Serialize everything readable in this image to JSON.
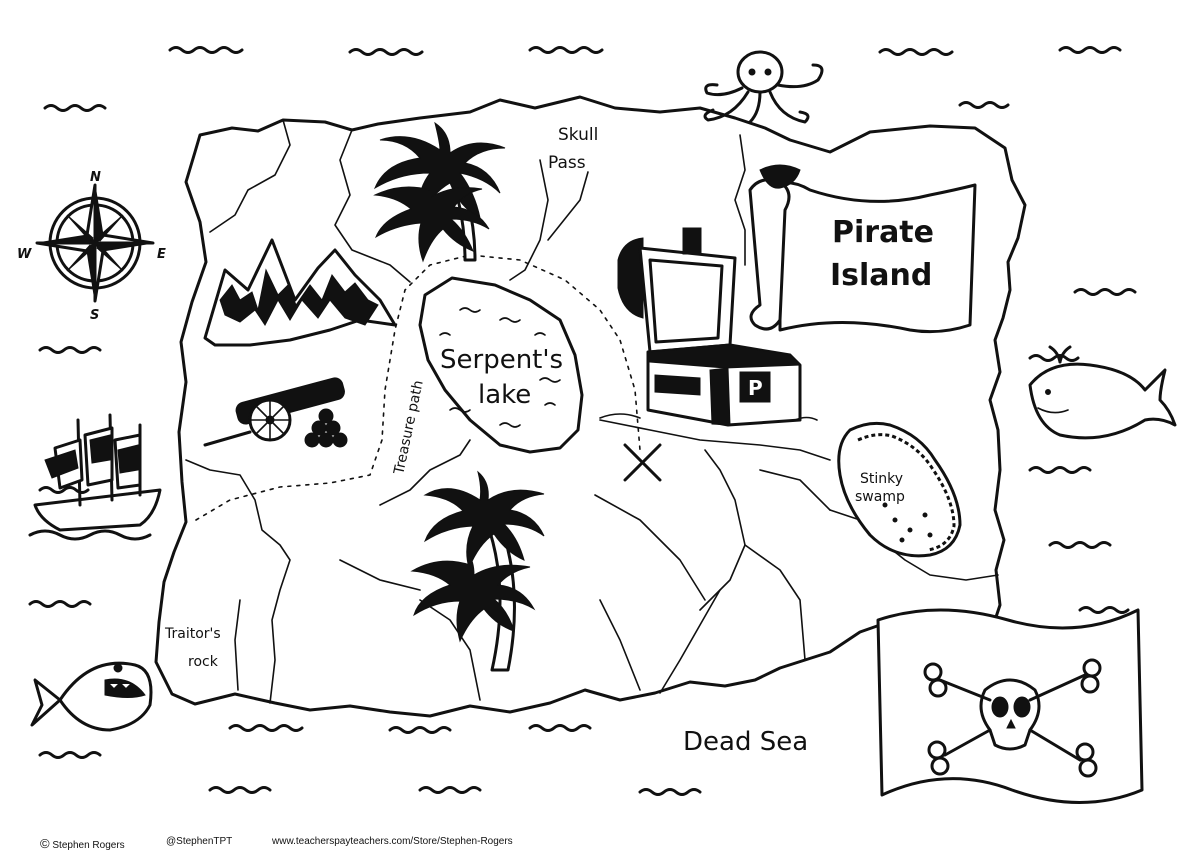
{
  "map": {
    "title_banner": {
      "line1": "Pirate",
      "line2": "Island"
    },
    "labels": {
      "skull_pass": {
        "line1": "Skull",
        "line2": "Pass"
      },
      "serpents_lake": {
        "line1": "Serpent's",
        "line2": "lake"
      },
      "treasure_path": "Treasure path",
      "stinky_swamp": {
        "line1": "Stinky",
        "line2": "swamp"
      },
      "traitors_rock": {
        "line1": "Traitor's",
        "line2": "rock"
      },
      "dead_sea": "Dead Sea"
    },
    "compass": {
      "north": "N",
      "south": "S",
      "east": "E",
      "west": "W"
    },
    "chest_letter": "P"
  },
  "footer": {
    "copyright_symbol": "©",
    "author": "Stephen Rogers",
    "handle": "@StephenTPT",
    "url": "www.teacherspayteachers.com/Store/Stephen-Rogers"
  }
}
